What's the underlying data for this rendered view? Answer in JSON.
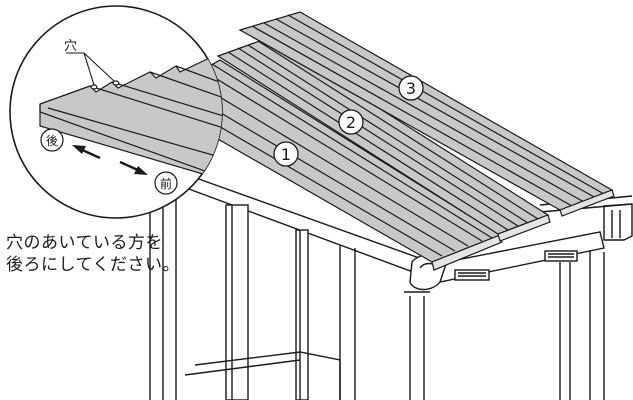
{
  "callout": {
    "hole_label": "穴",
    "back_label": "後",
    "front_label": "前"
  },
  "panels": [
    {
      "number": "1"
    },
    {
      "number": "2"
    },
    {
      "number": "3"
    }
  ],
  "instruction": {
    "line1": "穴のあいている方を",
    "line2": "後ろにしてください。"
  },
  "colors": {
    "panel_fill": "#c8c8c8",
    "panel_light": "#e4e4e4",
    "line": "#1a1a1a",
    "background": "#ffffff"
  }
}
